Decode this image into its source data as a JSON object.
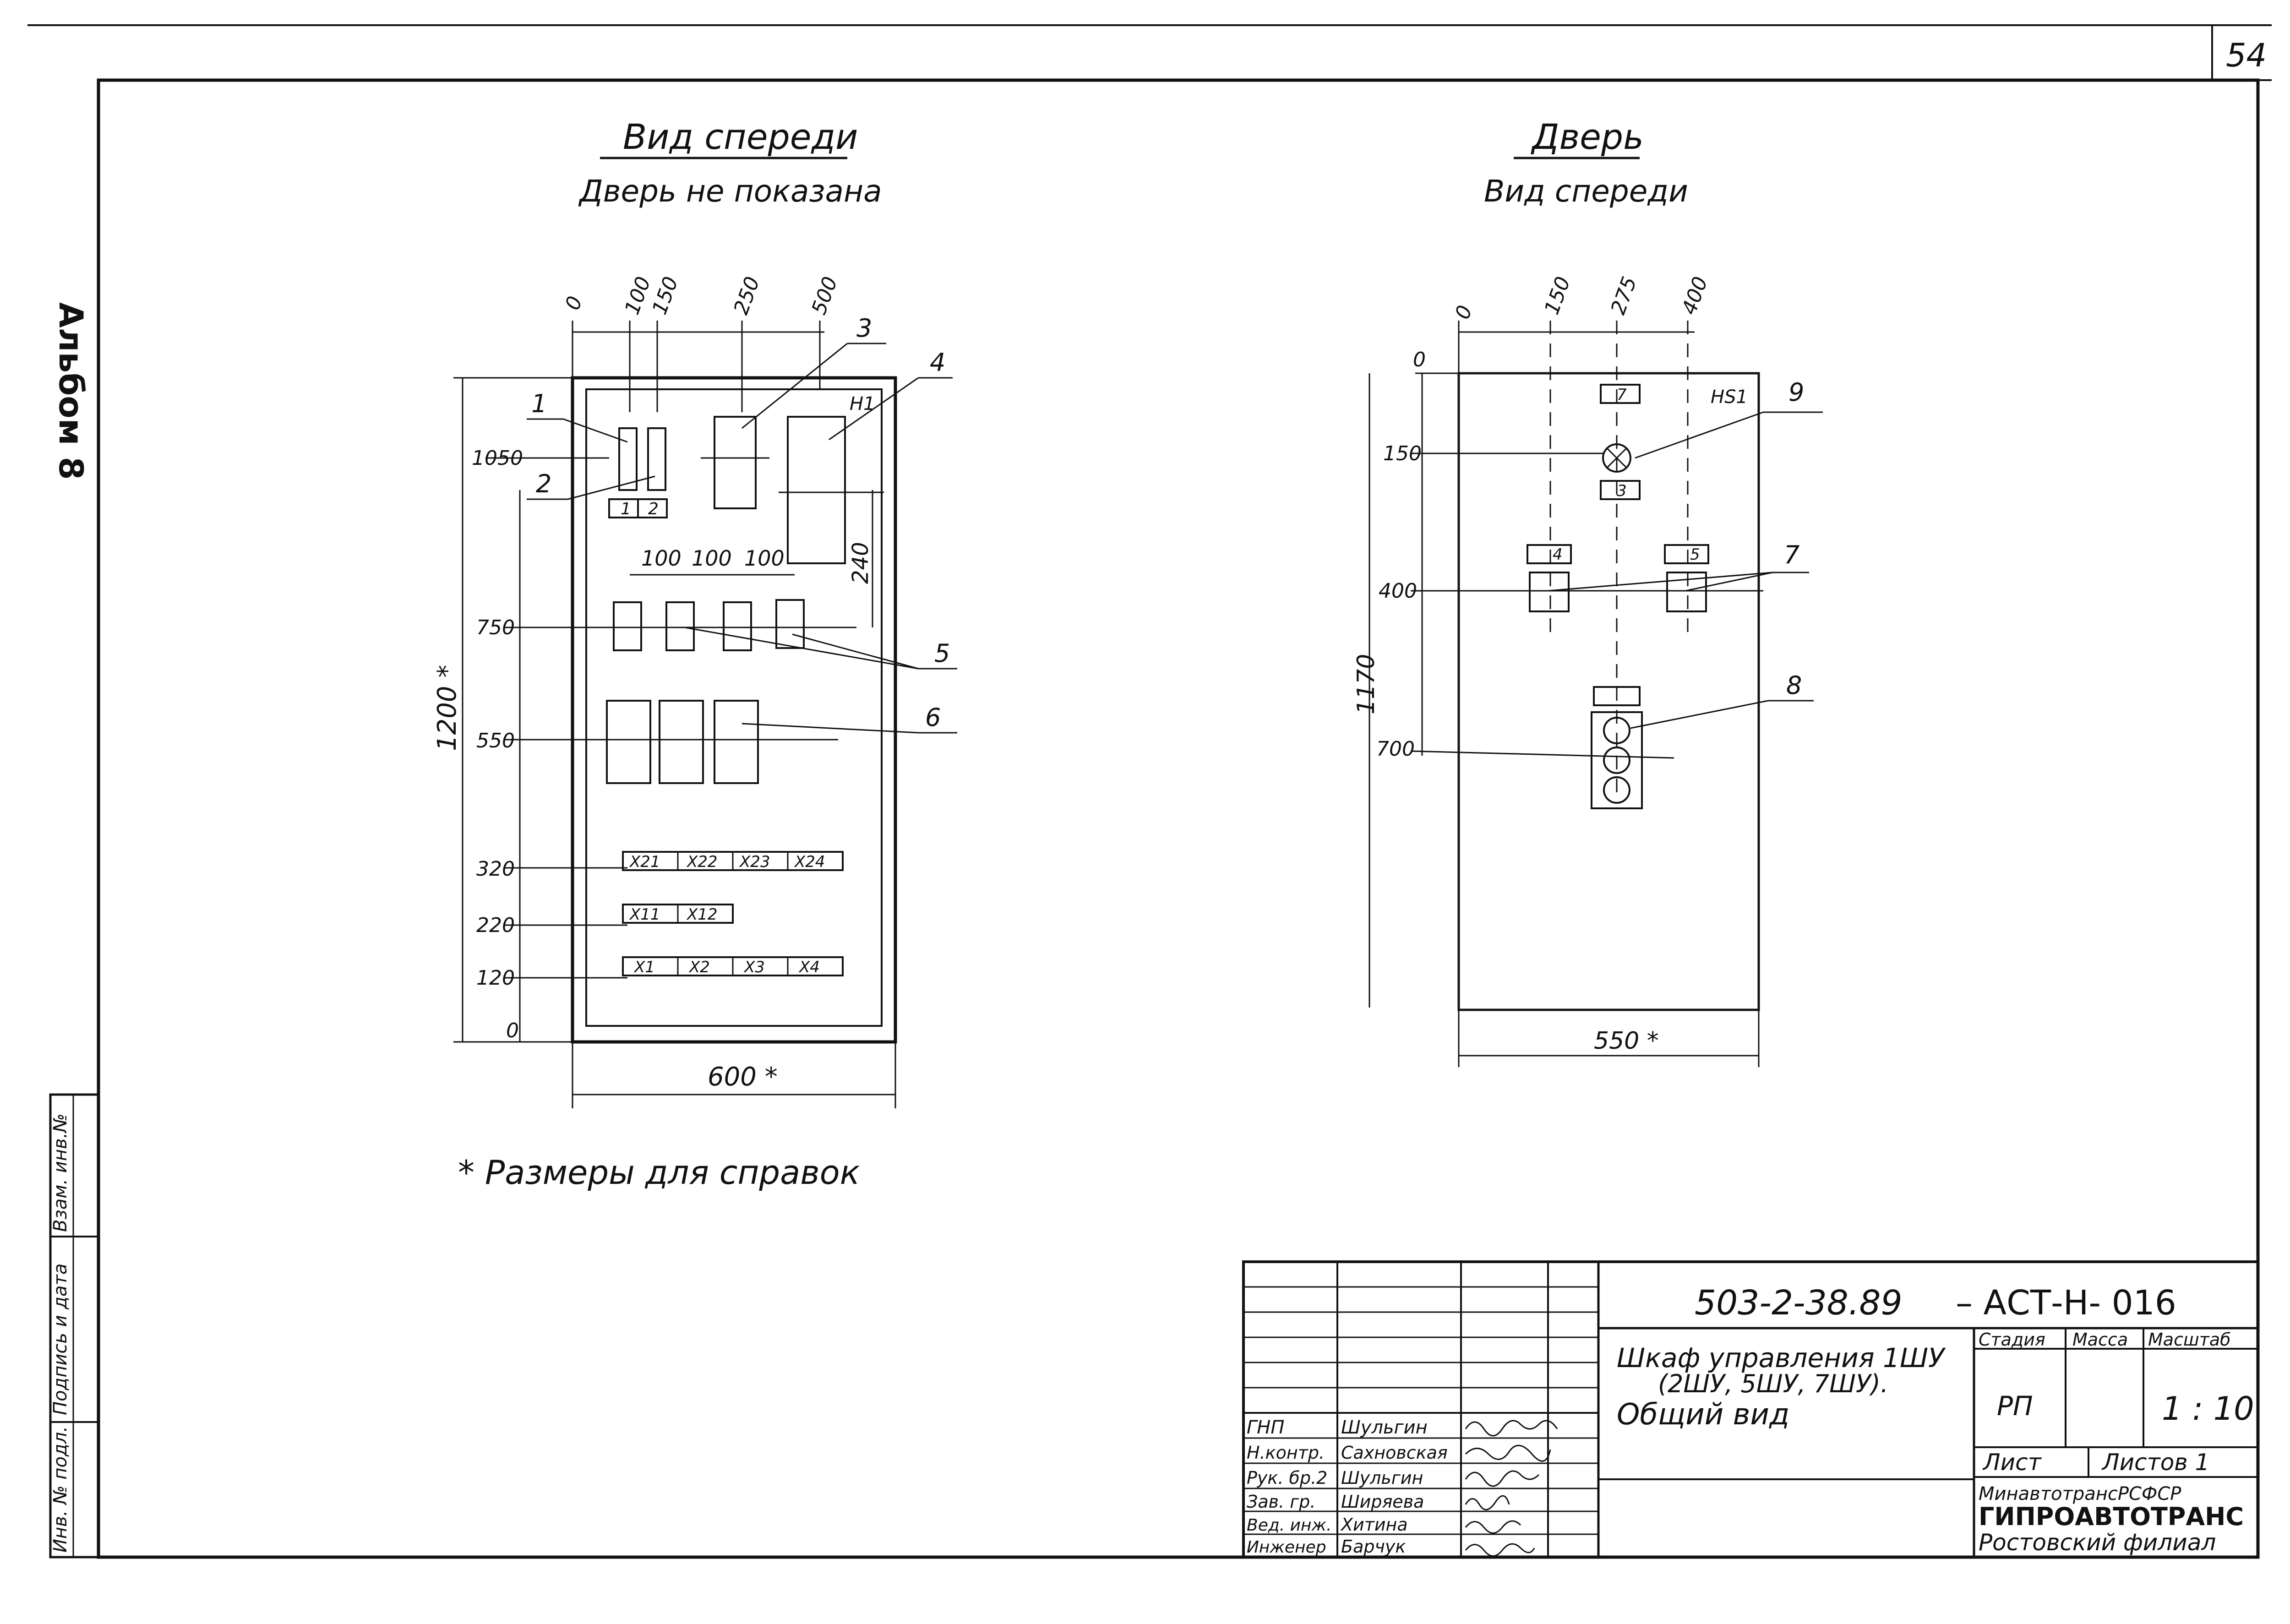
{
  "sheet_number": "54",
  "left_stamp": "Альбом 8",
  "front_view": {
    "title": "Вид спереди",
    "subtitle": "Дверь не показана",
    "top_dims": [
      "0",
      "100",
      "150",
      "250",
      "500"
    ],
    "left_dims": [
      "1050",
      "750",
      "550",
      "320",
      "220",
      "120",
      "0"
    ],
    "height_dim": "1200 *",
    "width_dim": "600 *",
    "spacing_dims": [
      "100",
      "100",
      "100"
    ],
    "vertical_240": "240",
    "panel_label": "H1",
    "small_labels": [
      "1",
      "2"
    ],
    "terminal_rows": [
      [
        "X21",
        "X22",
        "X23",
        "X24"
      ],
      [
        "X11",
        "X12"
      ],
      [
        "X1",
        "X2",
        "X3",
        "X4"
      ]
    ],
    "callouts": [
      "1",
      "2",
      "3",
      "4",
      "5",
      "6"
    ]
  },
  "door_view": {
    "title": "Дверь",
    "subtitle": "Вид спереди",
    "top_dims": [
      "0",
      "150",
      "275",
      "400"
    ],
    "left_dims": [
      "0",
      "150",
      "400",
      "700"
    ],
    "height_dim": "1170",
    "width_dim": "550 *",
    "lamp_label": "HS1",
    "plates": [
      "7",
      "3",
      "4",
      "5"
    ],
    "callouts": [
      "9",
      "7",
      "8"
    ]
  },
  "footnote": "* Размеры для справок",
  "side_stamp": [
    "Инв. № подл.",
    "Подпись и дата",
    "Взам. инв.№"
  ],
  "title_block": {
    "doc_code": "503-2-38.89",
    "doc_suffix": "– АСТ-Н- 016",
    "description": [
      "Шкаф управления 1ШУ",
      "(2ШУ, 5ШУ, 7ШУ).",
      "Общий вид"
    ],
    "headers": [
      "Стадия",
      "Масса",
      "Масштаб"
    ],
    "stage": "РП",
    "scale": "1 : 10",
    "sheet_label": "Лист",
    "sheets_label": "Листов 1",
    "org": [
      "МинавтотрансРСФСР",
      "ГИПРОАВТОТРАНС",
      "Ростовский филиал"
    ],
    "roles": [
      {
        "role": "ГНП",
        "name": "Шульгин"
      },
      {
        "role": "Н.контр.",
        "name": "Сахновская"
      },
      {
        "role": "Рук. бр.2",
        "name": "Шульгин"
      },
      {
        "role": "Зав. гр.",
        "name": "Ширяева"
      },
      {
        "role": "Вед. инж.",
        "name": "Хитина"
      },
      {
        "role": "Инженер",
        "name": "Барчук"
      }
    ]
  }
}
